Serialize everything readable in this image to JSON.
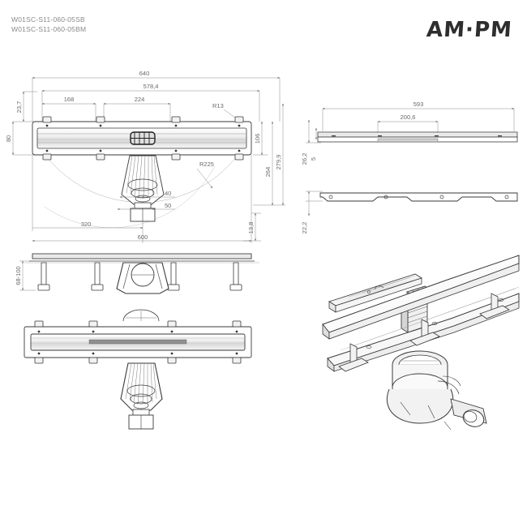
{
  "header": {
    "product_codes": [
      "W01SC-S11-060-05SB",
      "W01SC-S11-060-05BM"
    ],
    "brand_logo": "AM·PM"
  },
  "drawing": {
    "title": "Linear shower drain technical drawing",
    "views": [
      {
        "name": "plan-view-top-left",
        "label": "Plan view with dimensions"
      },
      {
        "name": "side-elevation-left",
        "label": "Side elevation"
      },
      {
        "name": "front-view-left",
        "label": "Front view with trap"
      },
      {
        "name": "cover-profile-top-right",
        "label": "Cover profile view"
      },
      {
        "name": "frame-profile-right",
        "label": "Frame profile view"
      },
      {
        "name": "isometric-assembly",
        "label": "Exploded isometric assembly"
      }
    ],
    "dimensions": {
      "overall_length": "640",
      "inner_length": "578,4",
      "offset_left": "168",
      "segment_mid": "224",
      "corner_radius": "R13",
      "top_offset": "23,7",
      "body_width": "80",
      "right_106": "106",
      "right_264": "264",
      "right_2799": "279,9",
      "right_138": "13,8",
      "outlet_40": "40",
      "outlet_50": "50",
      "arc_radius": "R225",
      "base_320": "320",
      "base_600": "600",
      "leg_height": "68-100",
      "cover_length": "593",
      "cover_mid": "200,6",
      "cover_262": "26,2",
      "cover_5": "5",
      "frame_222": "22,2"
    }
  },
  "colors": {
    "line": "#3a3a3a",
    "dim_text": "#6a6a6a",
    "code_text": "#8a8a8a",
    "background": "#ffffff",
    "fill_light": "#f2f2f2",
    "fill_mid": "#d8d8d8"
  }
}
